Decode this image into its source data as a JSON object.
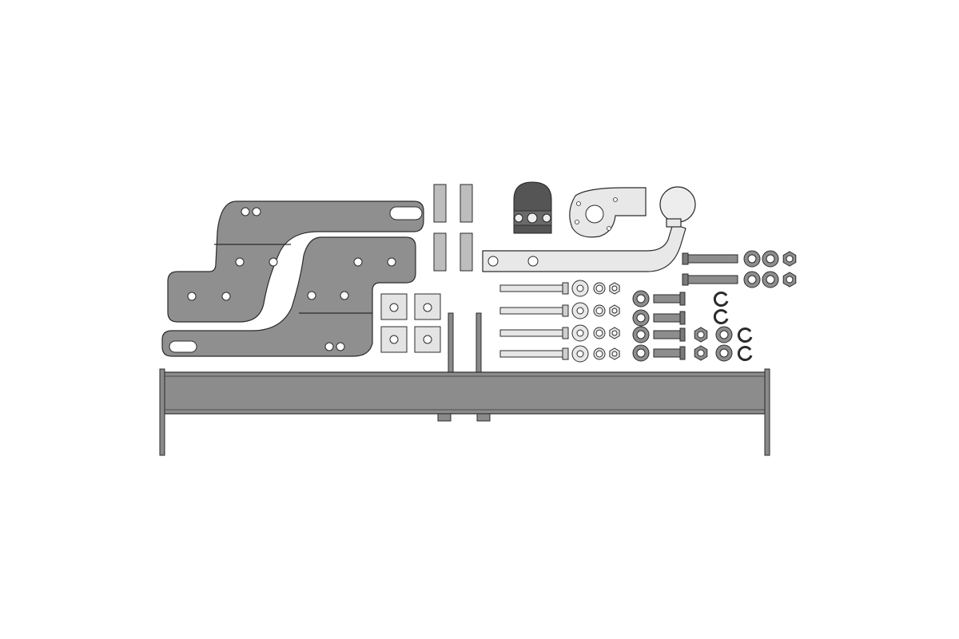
{
  "colors": {
    "background": "#ffffff",
    "bracket": "#8f8f8f",
    "bracket_dark": "#7a7a7a",
    "beam": "#8c8c8c",
    "beam_edge": "#6e6e6e",
    "light_part": "#e8e8e8",
    "pad": "#e4e4e4",
    "socket": "#555555",
    "outline": "#2b2b2b",
    "hole": "#ffffff"
  },
  "parts": {
    "left_brackets": {
      "icon": "mounting-bracket-icon",
      "count": 2
    },
    "square_plates": {
      "icon": "square-plate-icon",
      "count": 4
    },
    "spacer_sleeves": {
      "icon": "spacer-sleeve-icon",
      "count": 4
    },
    "electrical_socket": {
      "icon": "electrical-socket-icon",
      "count": 1
    },
    "socket_plate": {
      "icon": "socket-plate-icon",
      "count": 1
    },
    "tow_ball_arm": {
      "icon": "tow-ball-icon",
      "count": 1
    },
    "long_bolts": {
      "icon": "long-bolt-icon",
      "count": 4
    },
    "medium_bolts_right": {
      "icon": "bolt-icon",
      "count": 2
    },
    "short_bolts": {
      "icon": "short-bolt-icon",
      "count": 4
    },
    "washers": {
      "icon": "washer-icon"
    },
    "nuts": {
      "icon": "hex-nut-icon"
    },
    "cross_beam": {
      "icon": "cross-beam-icon",
      "count": 1
    }
  }
}
